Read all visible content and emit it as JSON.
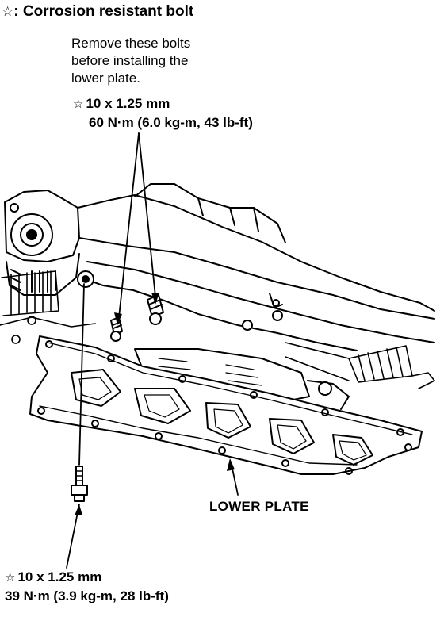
{
  "legend": {
    "symbol": "☆",
    "separator": ":",
    "text": "Corrosion resistant bolt"
  },
  "upper_callout": {
    "note": "Remove these bolts\nbefore installing the\nlower plate.",
    "symbol": "☆",
    "size": "10 x 1.25 mm",
    "torque": "60 N·m (6.0 kg-m, 43 lb-ft)"
  },
  "lower_callout": {
    "symbol": "☆",
    "size": "10 x 1.25 mm",
    "torque": "39 N·m (3.9 kg-m, 28 lb-ft)"
  },
  "part_label": "LOWER PLATE"
}
